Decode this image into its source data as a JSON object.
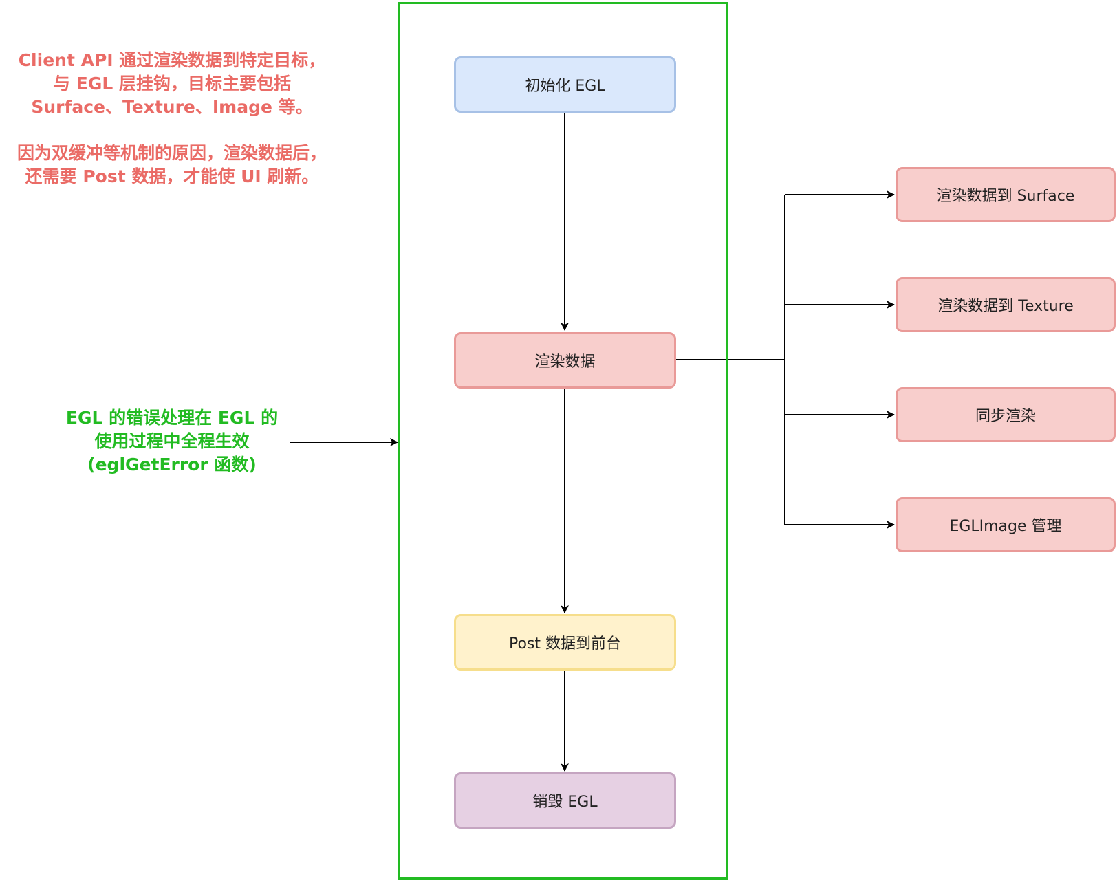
{
  "notes": {
    "client_api": {
      "lines": [
        "Client API 通过渲染数据到特定目标，",
        "与 EGL 层挂钩，目标主要包括",
        "Surface、Texture、Image 等。"
      ],
      "color": "#ea6b66"
    },
    "double_buffer": {
      "lines": [
        "因为双缓冲等机制的原因，渲染数据后，",
        "还需要 Post 数据，才能使 UI 刷新。"
      ],
      "color": "#ea6b66"
    },
    "error_handling": {
      "lines": [
        "EGL 的错误处理在 EGL 的",
        "使用过程中全程生效",
        "(eglGetError 函数)"
      ],
      "color": "#22bb22"
    }
  },
  "flow": {
    "border_color": "#22bb22",
    "steps": [
      {
        "id": "init",
        "label": "初始化 EGL",
        "fill": "#dae8fc",
        "stroke": "#a7c1e6"
      },
      {
        "id": "render",
        "label": "渲染数据",
        "fill": "#f8cecc",
        "stroke": "#e99a98"
      },
      {
        "id": "post",
        "label": "Post 数据到前台",
        "fill": "#fff2cc",
        "stroke": "#f6de8c"
      },
      {
        "id": "destroy",
        "label": "销毁 EGL",
        "fill": "#e6d0e3",
        "stroke": "#c5a5c1"
      }
    ]
  },
  "render_targets": [
    {
      "id": "surface",
      "label": "渲染数据到 Surface"
    },
    {
      "id": "texture",
      "label": "渲染数据到 Texture"
    },
    {
      "id": "sync",
      "label": "同步渲染"
    },
    {
      "id": "eglimage",
      "label": "EGLImage 管理"
    }
  ],
  "edges": [
    {
      "from": "init",
      "to": "render"
    },
    {
      "from": "render",
      "to": "post"
    },
    {
      "from": "post",
      "to": "destroy"
    },
    {
      "from": "render",
      "to": "surface"
    },
    {
      "from": "render",
      "to": "texture"
    },
    {
      "from": "render",
      "to": "sync"
    },
    {
      "from": "render",
      "to": "eglimage"
    },
    {
      "from": "error_handling",
      "to": "flow_container"
    }
  ]
}
